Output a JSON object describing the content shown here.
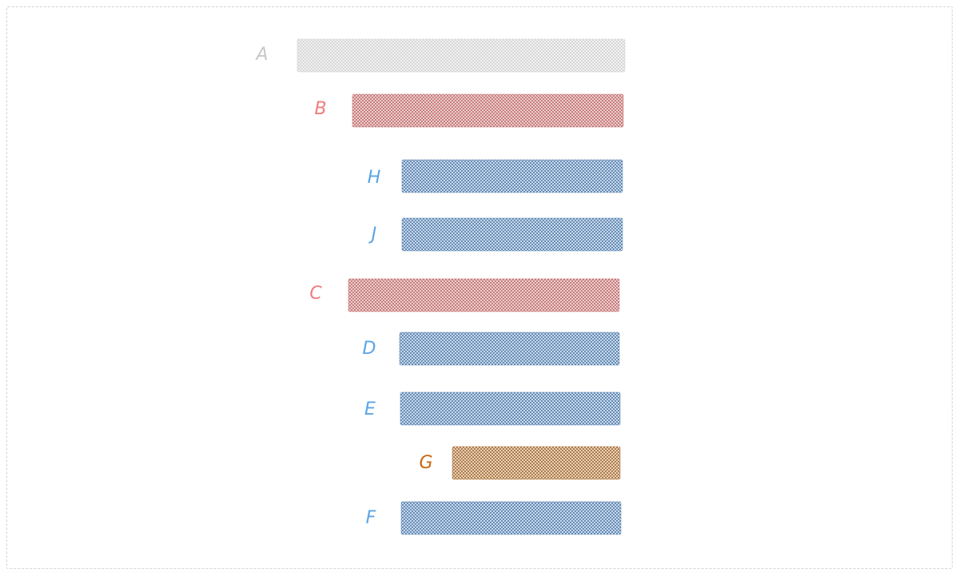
{
  "canvas_frame": "dashed-border",
  "palette": {
    "muted": "#cccccc",
    "muted_label": "#c8c8c8",
    "red": "#c26a6a",
    "red_label": "#f07c7c",
    "blue": "#4f7cae",
    "blue_label": "#5aa5e6",
    "orange": "#a66a2e",
    "orange_label": "#c8670f"
  },
  "nodes": [
    {
      "id": "A",
      "label": "A",
      "color": "muted",
      "depth": 0
    },
    {
      "id": "B",
      "label": "B",
      "color": "red",
      "depth": 1
    },
    {
      "id": "H",
      "label": "H",
      "color": "blue",
      "depth": 2
    },
    {
      "id": "J",
      "label": "J",
      "color": "blue",
      "depth": 2
    },
    {
      "id": "C",
      "label": "C",
      "color": "red",
      "depth": 1
    },
    {
      "id": "D",
      "label": "D",
      "color": "blue",
      "depth": 2
    },
    {
      "id": "E",
      "label": "E",
      "color": "blue",
      "depth": 2
    },
    {
      "id": "G",
      "label": "G",
      "color": "orange",
      "depth": 3
    },
    {
      "id": "F",
      "label": "F",
      "color": "blue",
      "depth": 2
    }
  ]
}
